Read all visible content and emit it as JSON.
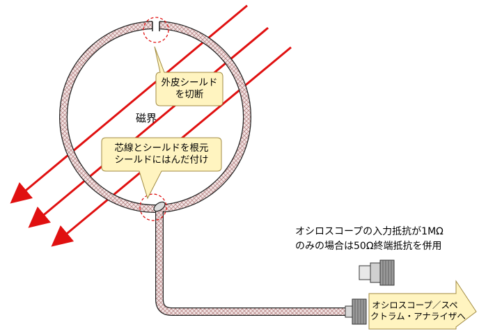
{
  "labels": {
    "field": "磁界",
    "callout_top_line1": "外皮シールド",
    "callout_top_line2": "を切断",
    "callout_bottom_line1": "芯線とシールドを根元",
    "callout_bottom_line2": "シールドにはんだ付け",
    "note_line1": "オシロスコープの入力抵抗が1MΩ",
    "note_line2": "のみの場合は50Ω終端抵抗を併用",
    "arrow_line1": "オシロスコープ／スペ",
    "arrow_line2": "クトラム・アナライザへ"
  },
  "colors": {
    "field_line": "#e01010",
    "callout_fill": "#fff4c0",
    "callout_border": "#a08a40",
    "cable_braid": "#c8a0a0",
    "cable_edge": "#222222",
    "dashed_circle": "#e01010"
  }
}
